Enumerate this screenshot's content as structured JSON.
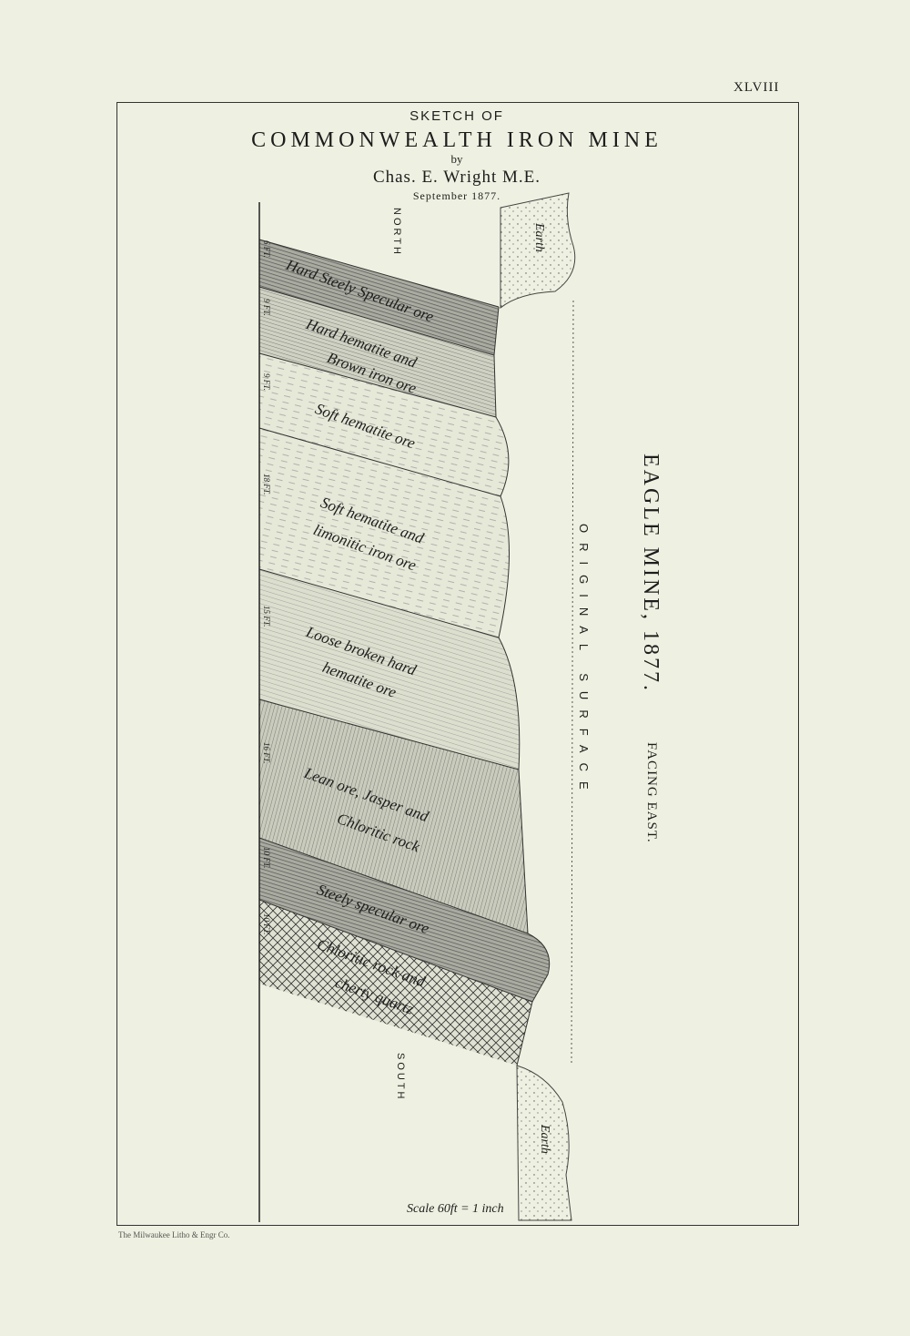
{
  "plate_number": "XLVIII",
  "title": {
    "line1": "SKETCH OF",
    "line2": "COMMONWEALTH IRON MINE",
    "line3": "by",
    "author": "Chas. E. Wright M.E.",
    "date": "September 1877."
  },
  "directions": {
    "north": "NORTH",
    "south": "SOUTH"
  },
  "earth_labels": [
    "Earth",
    "Earth"
  ],
  "original_surface": "ORIGINAL SURFACE",
  "side_title": {
    "main": "EAGLE MINE, 1877.",
    "sub": "FACING EAST."
  },
  "layers": [
    {
      "thickness": "6 FT.",
      "name_line1": "Hard Steely Specular ore",
      "name_line2": ""
    },
    {
      "thickness": "9 FT.",
      "name_line1": "Hard hematite and",
      "name_line2": "Brown iron ore"
    },
    {
      "thickness": "9 FT.",
      "name_line1": "Soft hematite ore",
      "name_line2": ""
    },
    {
      "thickness": "18 FT.",
      "name_line1": "Soft hematite and",
      "name_line2": "limonitic iron ore"
    },
    {
      "thickness": "15 FT.",
      "name_line1": "Loose broken hard",
      "name_line2": "hematite ore"
    },
    {
      "thickness": "16 FT.",
      "name_line1": "Lean ore, Jasper and",
      "name_line2": "Chloritic rock"
    },
    {
      "thickness": "10 FT.",
      "name_line1": "Steely specular ore",
      "name_line2": ""
    },
    {
      "thickness": "10 FT.",
      "name_line1": "Chloritic rock and",
      "name_line2": "cherty quartz"
    }
  ],
  "scale": "Scale 60ft = 1 inch",
  "credit": "The Milwaukee Litho & Engr Co."
}
